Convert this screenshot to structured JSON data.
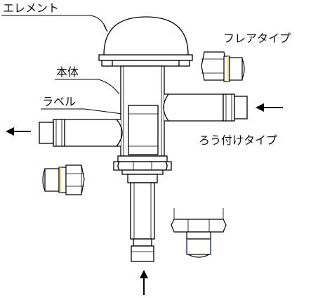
{
  "labels": {
    "element": "エレメント",
    "body": "本体",
    "label": "ラベル",
    "flare_type": "フレアタイプ",
    "brazed_type": "ろう付けタイプ"
  },
  "colors": {
    "line": "#000000",
    "thread_accent_yellow": "#e8d84a",
    "thread_accent_blue": "#3a4fd0"
  }
}
